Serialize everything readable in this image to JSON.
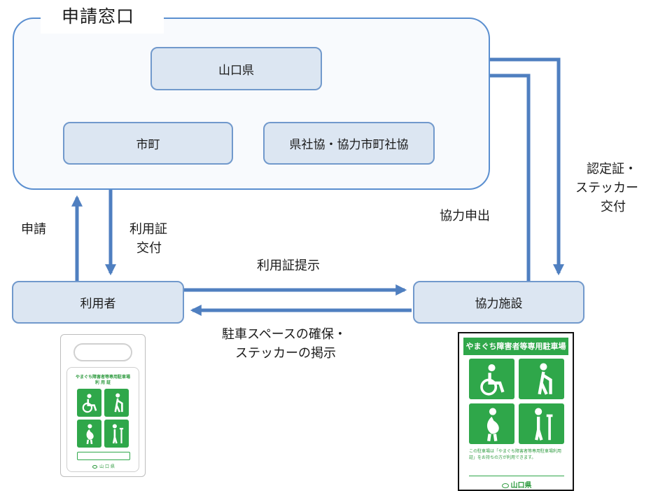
{
  "window": {
    "title": "申請窓口"
  },
  "nodes": {
    "yamaguchi_pref": "山口県",
    "city_town": "市町",
    "social_welfare": "県社協・協力市町社協",
    "user": "利用者",
    "facility": "協力施設"
  },
  "edges": {
    "apply": "申請",
    "permit_issue": [
      "利用証",
      "交付"
    ],
    "permit_show": "利用証提示",
    "parking_secure": [
      "駐車スペースの確保・",
      "ステッカーの掲示"
    ],
    "cooperation_offer": "協力申出",
    "cert_sticker_issue": [
      "認定証・",
      "ステッカー",
      "交付"
    ]
  },
  "images": {
    "permit_card": {
      "title": [
        "やまぐち障害者等専用駐車場",
        "利 用 証"
      ],
      "footer": "山 口 県"
    },
    "sticker_poster": {
      "title": "やまぐち障害者等専用駐車場",
      "note": "この駐車場は「やまぐち障害者等専用駐車場利用証」をお持ちの方が利用できます。",
      "footer": "山口県"
    }
  },
  "colors": {
    "arrow": "#4f7fc0",
    "node_fill": "#dce6f2",
    "node_border": "#7199cc",
    "sign_green": "#2fa74a"
  }
}
